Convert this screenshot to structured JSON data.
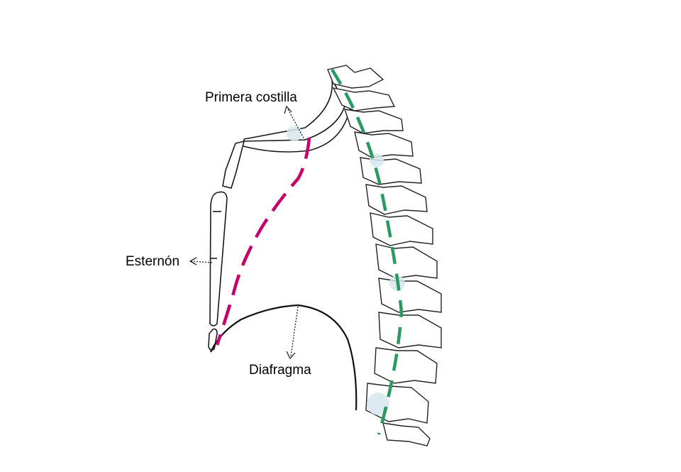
{
  "labels": {
    "first_rib": "Primera costilla",
    "sternum": "Esternón",
    "diaphragm": "Diafragma"
  },
  "colors": {
    "outline": "#1a1a1a",
    "anterior_line": "#c8006a",
    "spine_line": "#2a9a60",
    "marker": "#d7e6ec",
    "background": "#ffffff"
  }
}
